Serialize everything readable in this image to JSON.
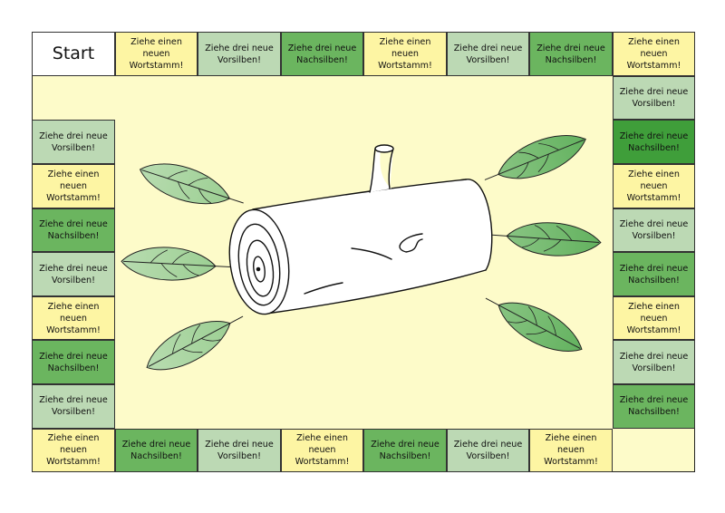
{
  "board": {
    "start_label": "Start",
    "card_types": {
      "wortstamm": {
        "label": "Ziehe einen\nneuen\nWortstamm!",
        "color": "#fdf5a3"
      },
      "vorsilben": {
        "label": "Ziehe drei neue\nVorsilben!",
        "color": "#bcd9b4"
      },
      "nachsilben": {
        "label": "Ziehe drei neue\nNachsilben!",
        "color": "#6bb55f"
      }
    },
    "track": [
      "start",
      "wortstamm",
      "vorsilben",
      "nachsilben",
      "wortstamm",
      "vorsilben",
      "nachsilben",
      "wortstamm",
      "vorsilben",
      "nachsilben",
      "wortstamm",
      "vorsilben",
      "nachsilben",
      "wortstamm",
      "vorsilben",
      "nachsilben",
      "wortstamm",
      "vorsilben",
      "nachsilben",
      "wortstamm",
      "vorsilben",
      "nachsilben",
      "wortstamm",
      "vorsilben",
      "nachsilben",
      "wortstamm",
      "vorsilben",
      "nachsilben",
      "wortstamm",
      "vorsilben"
    ],
    "overrides": {
      "9": {
        "color": "#3f9e3a"
      }
    }
  }
}
